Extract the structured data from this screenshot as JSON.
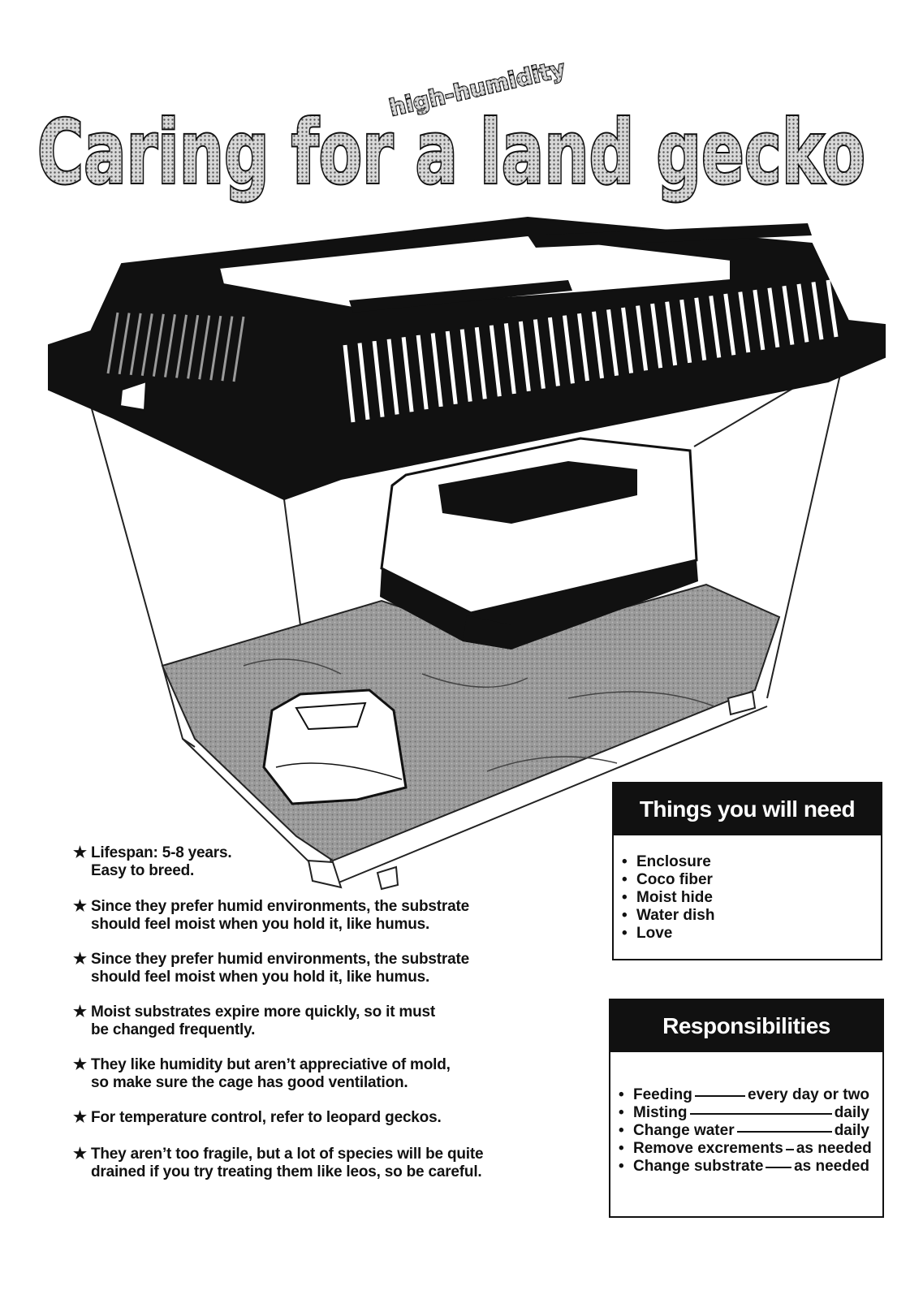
{
  "title": {
    "superscript": "high-humidity",
    "main": "Caring for a land gecko"
  },
  "tips": [
    {
      "star": "★",
      "lines": [
        "Lifespan: 5-8 years.",
        "Easy to breed."
      ]
    },
    {
      "star": "★",
      "lines": [
        "Since they prefer humid environments, the substrate",
        "should feel moist when you hold it, like humus."
      ]
    },
    {
      "star": "★",
      "lines": [
        "Since they prefer humid environments, the substrate",
        "should feel moist when you hold it, like humus."
      ]
    },
    {
      "star": "★",
      "lines": [
        "Moist substrates expire more quickly, so it must",
        "be changed frequently."
      ]
    },
    {
      "star": "★",
      "lines": [
        "They like humidity but aren’t appreciative of mold,",
        "so make sure the cage has good ventilation."
      ]
    },
    {
      "star": "★",
      "lines": [
        "For temperature control, refer to leopard geckos."
      ]
    },
    {
      "star": "★",
      "lines": [
        "They aren’t too fragile, but a lot of species will be quite",
        "drained if you try treating them like leos, so be careful."
      ]
    }
  ],
  "things_needed": {
    "heading": "Things you will need",
    "bullet": "•",
    "items": [
      "Enclosure",
      "Coco fiber",
      "Moist hide",
      "Water dish",
      "Love"
    ]
  },
  "responsibilities": {
    "heading": "Responsibilities",
    "bullet": "•",
    "items": [
      {
        "task": "Feeding",
        "frequency": "every day or two"
      },
      {
        "task": "Misting",
        "frequency": "daily"
      },
      {
        "task": "Change water",
        "frequency": "daily"
      },
      {
        "task": "Remove excrements",
        "frequency": "as needed"
      },
      {
        "task": "Change substrate",
        "frequency": "as needed"
      }
    ]
  },
  "illustration": {
    "subject": "plastic terrarium with ventilated black lid, moist hide, water dish and substrate",
    "colors": {
      "lid": "#111111",
      "substrate": "#8f8f8f",
      "glass_edge": "#222222",
      "hide_body": "#ffffff",
      "title_fill": "#bdbdbd"
    }
  }
}
